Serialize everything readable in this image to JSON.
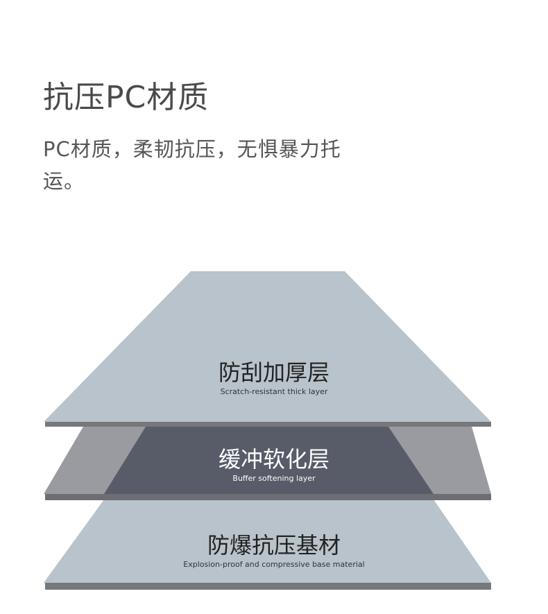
{
  "title": "抗压PC材质",
  "description": "PC材质，柔韧抗压，无惧暴力托运。",
  "layers": [
    {
      "name_cn": "防刮加厚层",
      "name_en": "Scratch-resistant thick layer"
    },
    {
      "name_cn": "缓冲软化层",
      "name_en": "Buffer softening layer"
    },
    {
      "name_cn": "防爆抗压基材",
      "name_en": "Explosion-proof and compressive base material"
    }
  ],
  "colors": {
    "light": "#b8c3cb",
    "edge": "#76787c",
    "mid_outer": "#9a9ba1",
    "mid_inner": "#585c69"
  }
}
